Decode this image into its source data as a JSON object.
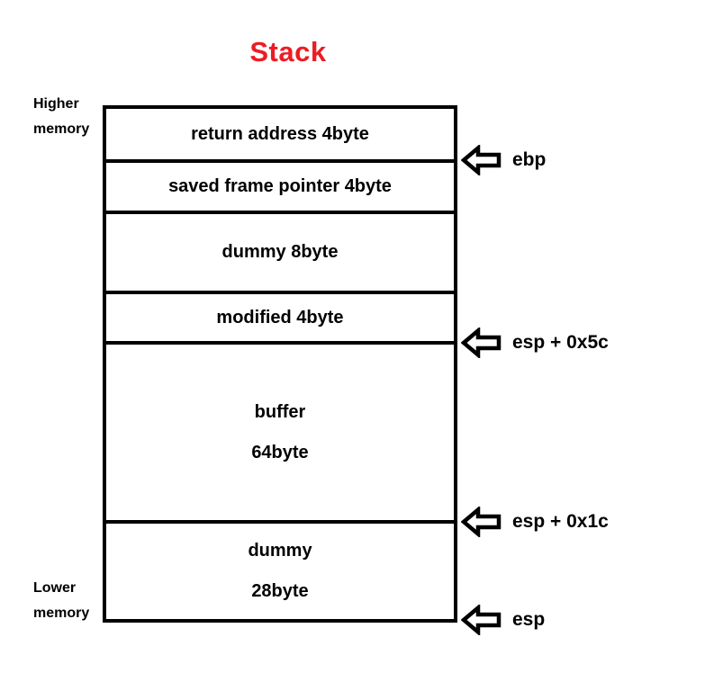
{
  "title": "Stack",
  "title_color": "#ed1c24",
  "side_labels": {
    "higher": {
      "line1": "Higher",
      "line2": "memory"
    },
    "lower": {
      "line1": "Lower",
      "line2": "memory"
    }
  },
  "stack": {
    "cells": [
      {
        "name": "return-address",
        "lines": [
          "return address 4byte"
        ]
      },
      {
        "name": "saved-frame-pointer",
        "lines": [
          "saved frame pointer 4byte"
        ]
      },
      {
        "name": "dummy-8byte",
        "lines": [
          "dummy 8byte"
        ]
      },
      {
        "name": "modified-4byte",
        "lines": [
          "modified 4byte"
        ]
      },
      {
        "name": "buffer",
        "lines": [
          "buffer",
          "64byte"
        ]
      },
      {
        "name": "dummy-28byte",
        "lines": [
          "dummy",
          "28byte"
        ]
      }
    ]
  },
  "pointers": [
    {
      "label": "ebp"
    },
    {
      "label": "esp + 0x5c"
    },
    {
      "label": "esp + 0x1c"
    },
    {
      "label": "esp"
    }
  ]
}
